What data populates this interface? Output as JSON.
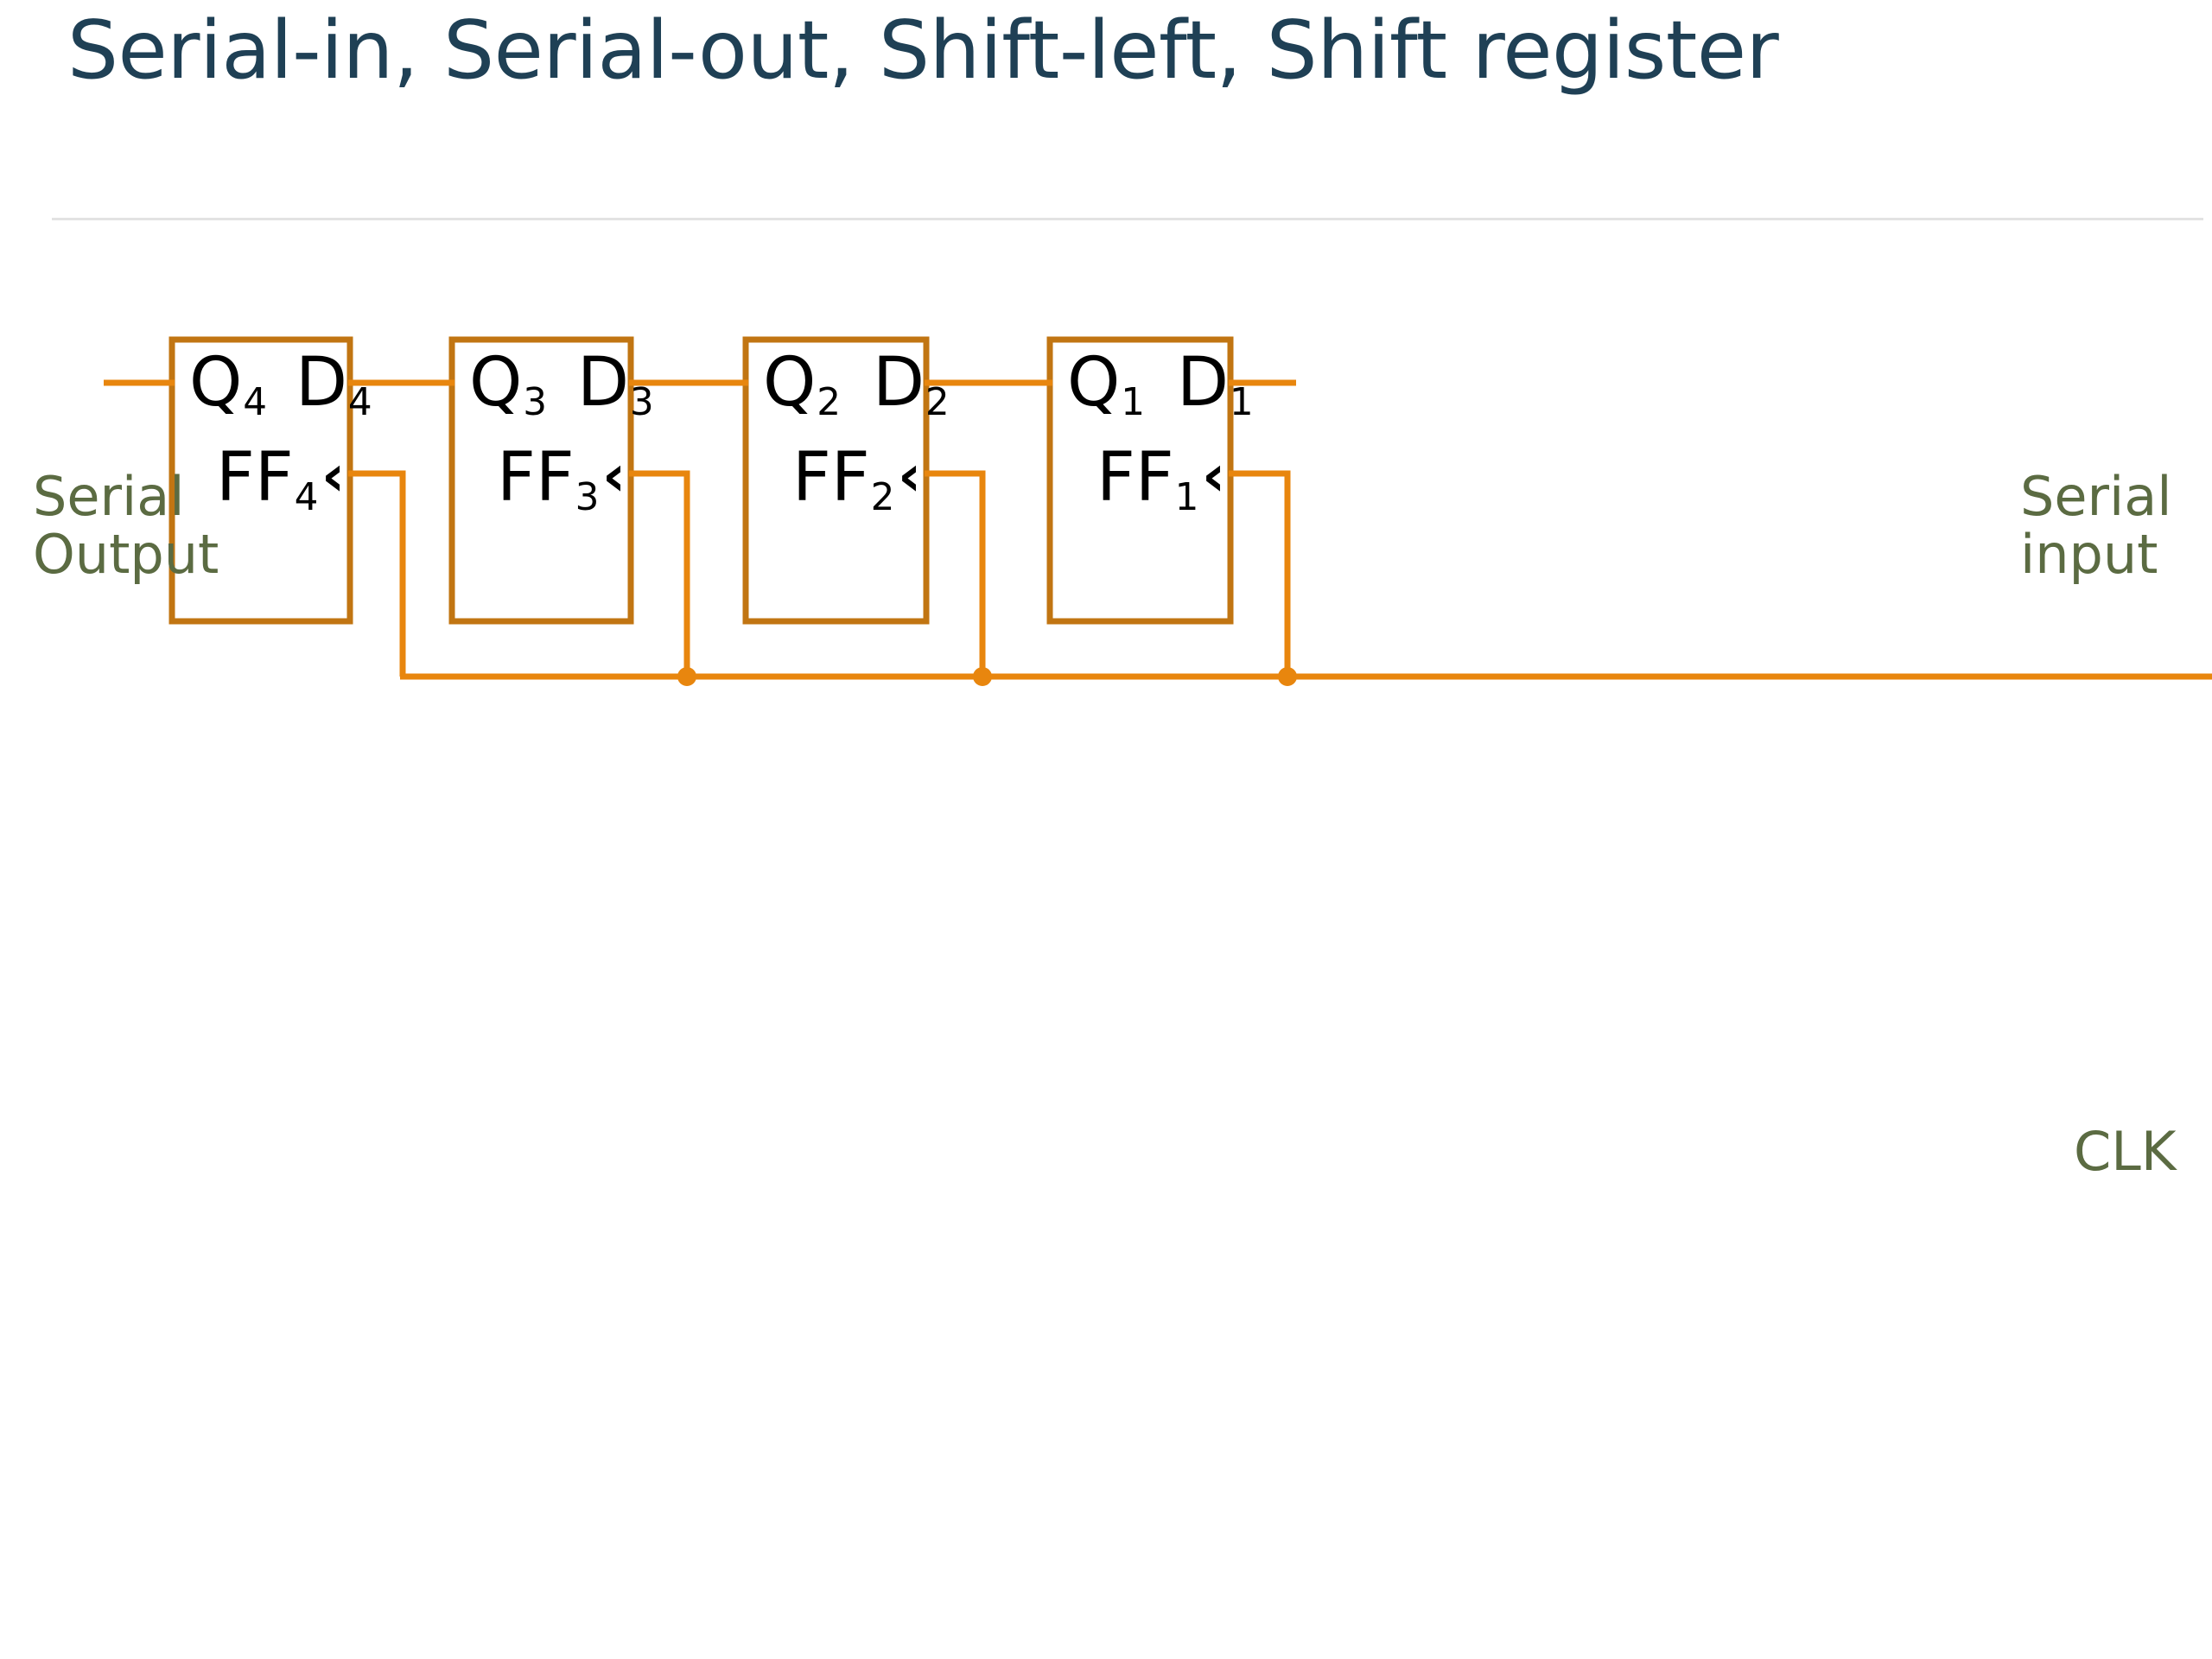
{
  "slide": {
    "title": "Serial-in, Serial-out, Shift-left, Shift register",
    "title_color": "#1F4055",
    "background": "#ffffff",
    "divider_color": "#E3E3E3"
  },
  "palette": {
    "wire": "#E8860E",
    "box_border": "#C17512",
    "annotation_text": "#5B6B42",
    "port_text": "#000000"
  },
  "annotations": {
    "serial_output": "Serial\nOutput",
    "serial_input": "Serial\ninput",
    "clock": "CLK"
  },
  "diagram": {
    "type": "shift-register",
    "direction": "shift-left",
    "stage_count": 4,
    "clock_bus_label": "CLK",
    "stages": [
      {
        "name": "FF4",
        "ff_label": "FF",
        "ff_index": "4",
        "q_label": "Q",
        "q_index": "4",
        "d_label": "D",
        "d_index": "4",
        "clock_marker": "‹"
      },
      {
        "name": "FF3",
        "ff_label": "FF",
        "ff_index": "3",
        "q_label": "Q",
        "q_index": "3",
        "d_label": "D",
        "d_index": "3",
        "clock_marker": "‹"
      },
      {
        "name": "FF2",
        "ff_label": "FF",
        "ff_index": "2",
        "q_label": "Q",
        "q_index": "2",
        "d_label": "D",
        "d_index": "2",
        "clock_marker": "‹"
      },
      {
        "name": "FF1",
        "ff_label": "FF",
        "ff_index": "1",
        "q_label": "Q",
        "q_index": "1",
        "d_label": "D",
        "d_index": "1",
        "clock_marker": "‹"
      }
    ],
    "connections": [
      "Serial Output ← Q4",
      "D4 ← Q3",
      "D3 ← Q2",
      "D2 ← Q1",
      "D1 ← Serial input",
      "CLK → FF1, FF2, FF3, FF4"
    ]
  }
}
